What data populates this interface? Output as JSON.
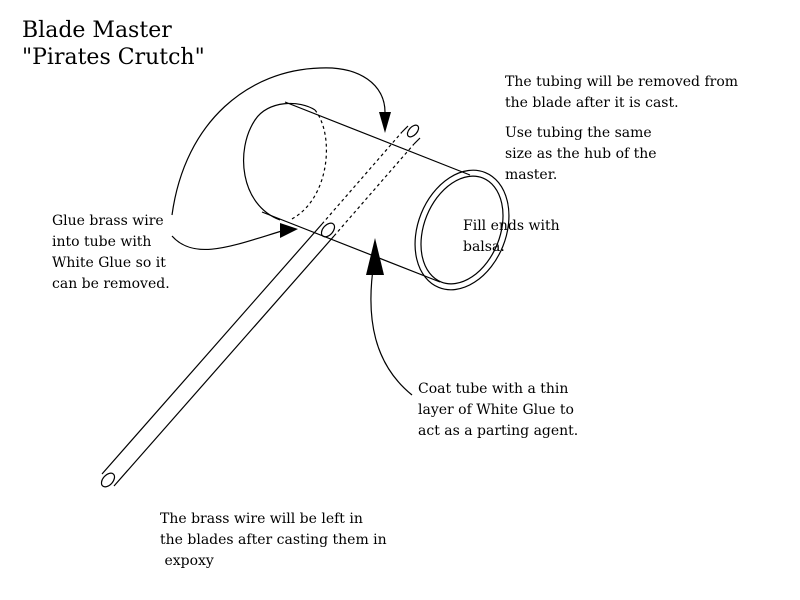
{
  "title": {
    "line1": "Blade Master",
    "line2": "\"Pirates Crutch\""
  },
  "notes": {
    "tubing_removed": [
      "The tubing will be removed from",
      "the blade after it is cast."
    ],
    "tubing_size": [
      "Use tubing the same",
      "size as the hub of the",
      "master."
    ],
    "fill_ends": [
      "Fill ends with",
      "balsa."
    ],
    "glue_wire": [
      "Glue brass wire",
      "into tube with",
      "White Glue so it",
      "can be removed."
    ],
    "coat_tube": [
      "Coat tube with a thin",
      "layer of White Glue to",
      "act as a parting agent."
    ],
    "brass_left": [
      "The brass wire will be left in",
      "the blades after casting them in",
      " expoxy"
    ]
  }
}
